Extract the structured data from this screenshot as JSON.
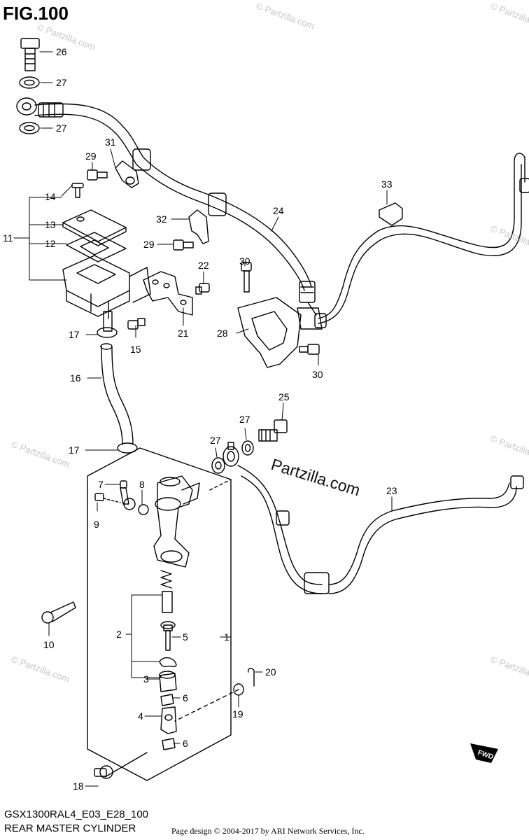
{
  "figure": {
    "title": "FIG.100",
    "model_code": "GSX1300RAL4_E03_E28_100",
    "page_name": "REAR MASTER CYLINDER",
    "credit": "Page design © 2004-2017 by ARI Network Services, Inc.",
    "watermark_main": "Partzilla.com",
    "watermark_small": "© Partzilla.com",
    "fwd_badge": "FWD"
  },
  "callouts": [
    "26",
    "27",
    "27",
    "29",
    "31",
    "14",
    "13",
    "11",
    "12",
    "33",
    "24",
    "32",
    "29",
    "22",
    "30",
    "28",
    "21",
    "17",
    "15",
    "16",
    "30",
    "25",
    "27",
    "27",
    "17",
    "7",
    "8",
    "9",
    "23",
    "10",
    "2",
    "5",
    "1",
    "3",
    "20",
    "6",
    "4",
    "19",
    "6",
    "18"
  ],
  "colors": {
    "line": "#000000",
    "background": "#ffffff",
    "watermark": "#c8c8c8"
  }
}
